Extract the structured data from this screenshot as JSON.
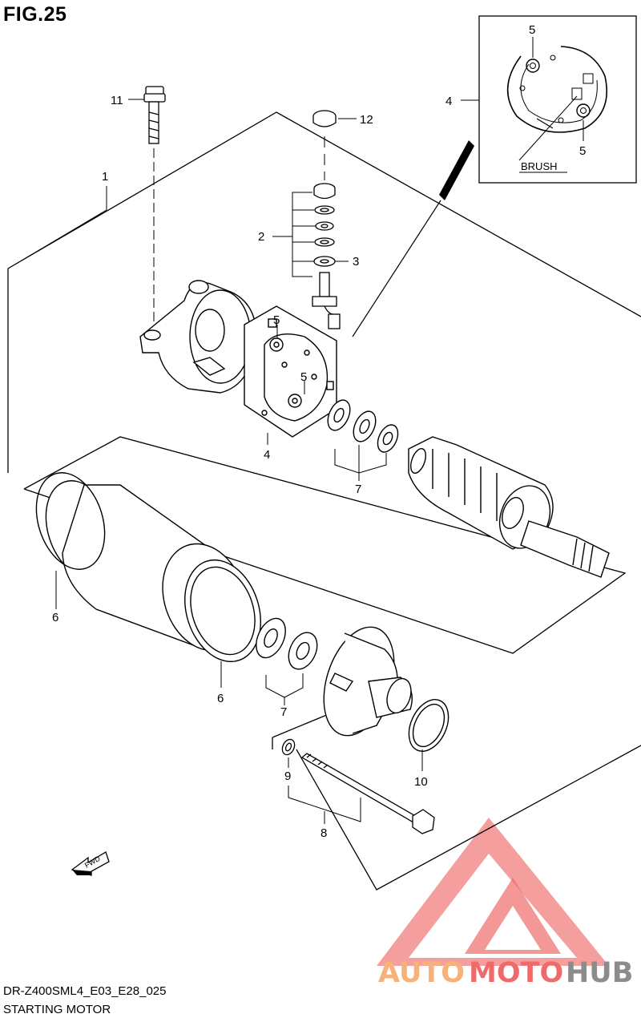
{
  "figure": {
    "title": "FIG.25",
    "model_code": "DR-Z400SML4_E03_E28_025",
    "name": "STARTING MOTOR"
  },
  "callouts": {
    "c1": "1",
    "c2": "2",
    "c3": "3",
    "c4_main": "4",
    "c4_inset": "4",
    "c5_a": "5",
    "c5_b": "5",
    "c5_inset_top": "5",
    "c5_inset_bottom": "5",
    "c6_a": "6",
    "c6_b": "6",
    "c7_a": "7",
    "c7_b": "7",
    "c8": "8",
    "c9": "9",
    "c10": "10",
    "c11": "11",
    "c12": "12"
  },
  "inset": {
    "brush_label": "BRUSH"
  },
  "fwd_arrow": {
    "text": "FWD"
  },
  "watermark": {
    "part1": "AUTO",
    "part2": "MOTO",
    "part3": "HUB"
  },
  "colors": {
    "watermark_orange": "#f6b27a",
    "watermark_red": "#ef6b6b",
    "watermark_gray": "#8c8c8c",
    "line": "#000000"
  }
}
